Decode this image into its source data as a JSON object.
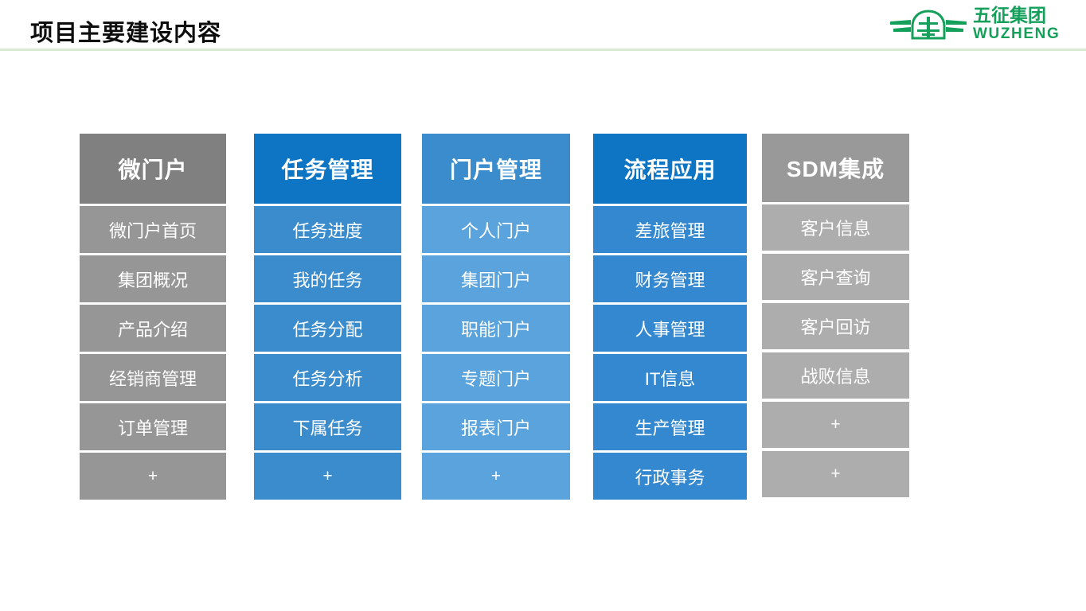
{
  "header": {
    "title": "项目主要建设内容",
    "divider_color": "#d9ead3"
  },
  "logo": {
    "name": "wuzheng-group-logo",
    "chinese": "五征集团",
    "english": "WUZHENG",
    "color": "#14a05a"
  },
  "board": {
    "columns": [
      {
        "id": "micro-portal",
        "header": "微门户",
        "header_color": "#808080",
        "item_color": "#969696",
        "items": [
          "微门户首页",
          "集团概况",
          "产品介绍",
          "经销商管理",
          "订单管理",
          "+"
        ]
      },
      {
        "id": "task-management",
        "header": "任务管理",
        "header_color": "#0d75c4",
        "item_color": "#3b8ccd",
        "items": [
          "任务进度",
          "我的任务",
          "任务分配",
          "任务分析",
          "下属任务",
          "+"
        ]
      },
      {
        "id": "portal-management",
        "header": "门户管理",
        "header_color": "#3b8ccd",
        "item_color": "#5ba3dc",
        "items": [
          "个人门户",
          "集团门户",
          "职能门户",
          "专题门户",
          "报表门户",
          "+"
        ]
      },
      {
        "id": "process-application",
        "header": "流程应用",
        "header_color": "#0d75c4",
        "item_color": "#3388cf",
        "items": [
          "差旅管理",
          "财务管理",
          "人事管理",
          "IT信息",
          "生产管理",
          "行政事务"
        ]
      },
      {
        "id": "sdm-integration",
        "header": "SDM集成",
        "header_color": "#999999",
        "item_color": "#adadad",
        "items": [
          "客户信息",
          "客户查询",
          "客户回访",
          "战败信息",
          "+",
          "+"
        ]
      }
    ]
  }
}
